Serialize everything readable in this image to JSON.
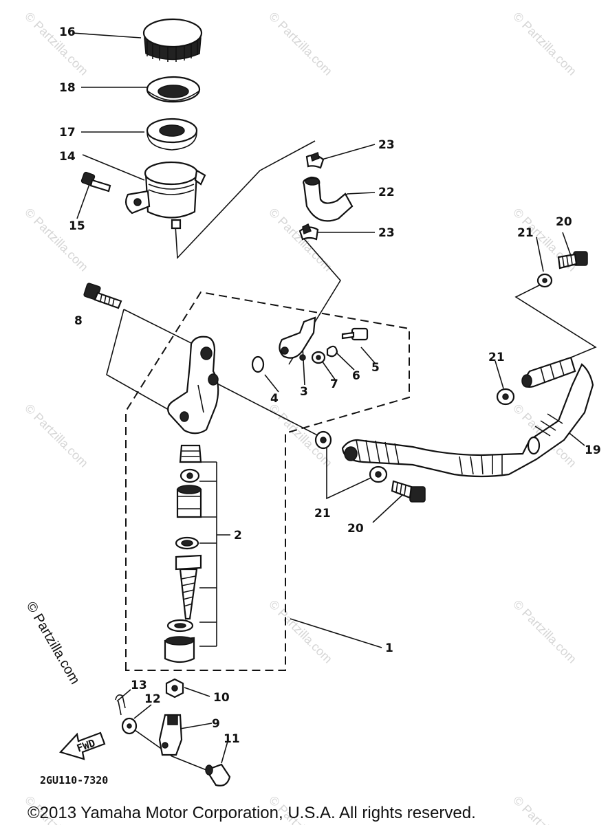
{
  "watermark": "© Partzilla.com",
  "side_watermark": "© Partzilla.com",
  "diagram_code": "2GU110-7320",
  "fwd_label": "FWD",
  "copyright": "©2013 Yamaha Motor Corporation, U.S.A. All rights reserved.",
  "callouts": {
    "c16": "16",
    "c18": "18",
    "c17": "17",
    "c14": "14",
    "c15": "15",
    "c23a": "23",
    "c22": "22",
    "c23b": "23",
    "c21a": "21",
    "c20a": "20",
    "c8": "8",
    "c5": "5",
    "c6": "6",
    "c7": "7",
    "c3": "3",
    "c4": "4",
    "c21b": "21",
    "c19": "19",
    "c2": "2",
    "c21c": "21",
    "c20b": "20",
    "c1": "1",
    "c13": "13",
    "c12": "12",
    "c10": "10",
    "c9": "9",
    "c11": "11"
  }
}
